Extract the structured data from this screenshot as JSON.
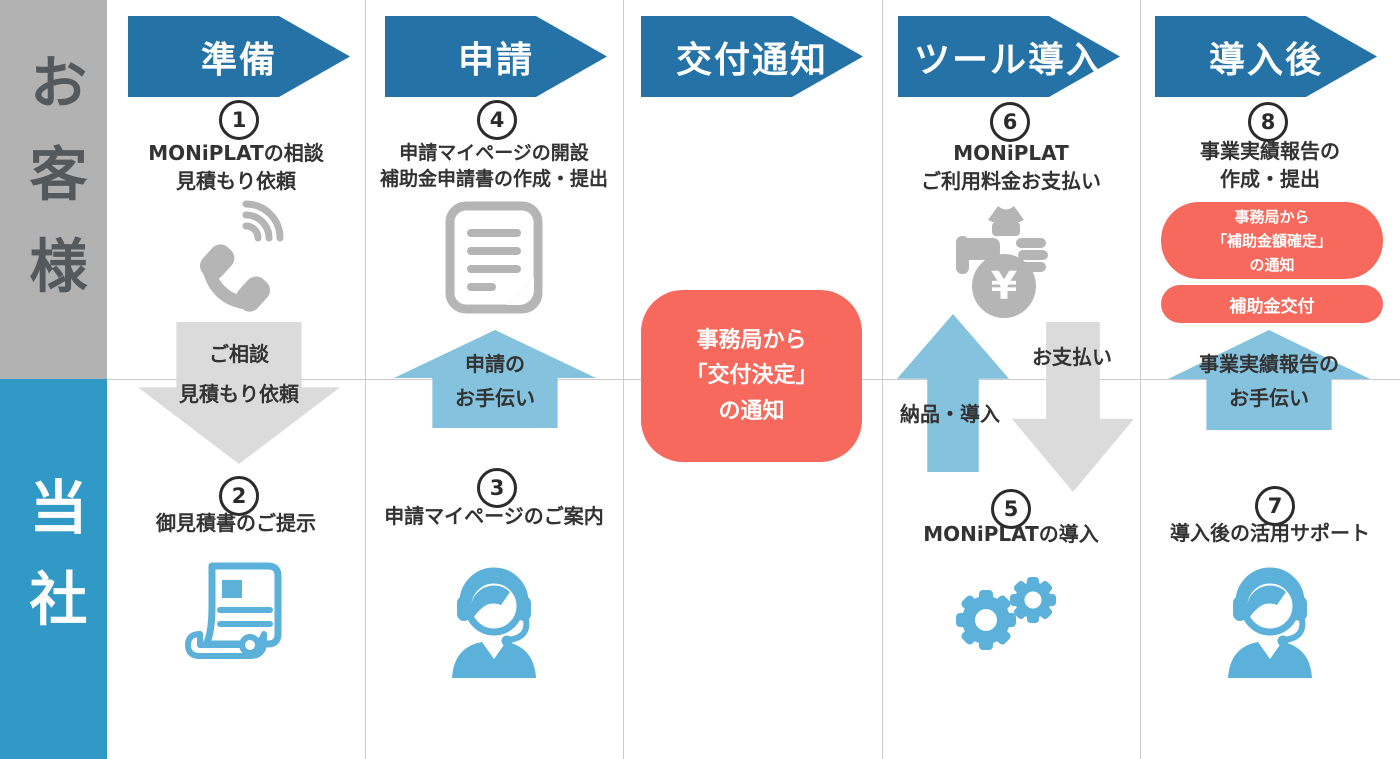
{
  "colors": {
    "stage_blue": "#2573a6",
    "lane_gray": "#b2b2b2",
    "lane_gray_text": "#54595e",
    "lane_blue": "#3199c5",
    "arrow_light_blue": "#84c2dd",
    "arrow_gray": "#dbdbdb",
    "notice_red": "#f7695c",
    "icon_gray": "#b5b5b5",
    "icon_blue": "#5bb1d9",
    "text_dark": "#333333"
  },
  "sidebar": {
    "customer_label": "お客様",
    "company_label": "当社"
  },
  "columns": [
    {
      "header": "準備",
      "customer_step": {
        "number": "1",
        "title": "MONiPLATの相談\n見積もり依頼",
        "icon": "phone-icon"
      },
      "transfer_down": {
        "label": "ご相談\n見積もり依頼"
      },
      "company_step": {
        "number": "2",
        "title": "御見積書のご提示",
        "icon": "quote-scroll-icon"
      }
    },
    {
      "header": "申請",
      "customer_step": {
        "number": "4",
        "title": "申請マイページの開設\n補助金申請書の作成・提出",
        "icon": "document-icon"
      },
      "transfer_up": {
        "label": "申請の\nお手伝い"
      },
      "company_step": {
        "number": "3",
        "title": "申請マイページのご案内",
        "icon": "support-operator-icon"
      }
    },
    {
      "header": "交付通知",
      "notice_box": {
        "label": "事務局から\n「交付決定」\nの通知"
      }
    },
    {
      "header": "ツール導入",
      "customer_step": {
        "number": "6",
        "title": "MONiPLAT\nご利用料金お支払い",
        "icon": "money-bag-icon"
      },
      "transfer_up": {
        "label": "納品・導入"
      },
      "transfer_down": {
        "label": "お支払い"
      },
      "company_step": {
        "number": "5",
        "title": "MONiPLATの導入",
        "icon": "gears-icon"
      }
    },
    {
      "header": "導入後",
      "customer_step": {
        "number": "8",
        "title": "事業実績報告の\n作成・提出"
      },
      "notice_boxes": [
        {
          "label": "事務局から\n「補助金額確定」\nの通知"
        },
        {
          "label": "補助金交付"
        }
      ],
      "transfer_up": {
        "label": "事業実績報告の\nお手伝い"
      },
      "company_step": {
        "number": "7",
        "title": "導入後の活用サポート",
        "icon": "support-operator-icon"
      }
    }
  ]
}
